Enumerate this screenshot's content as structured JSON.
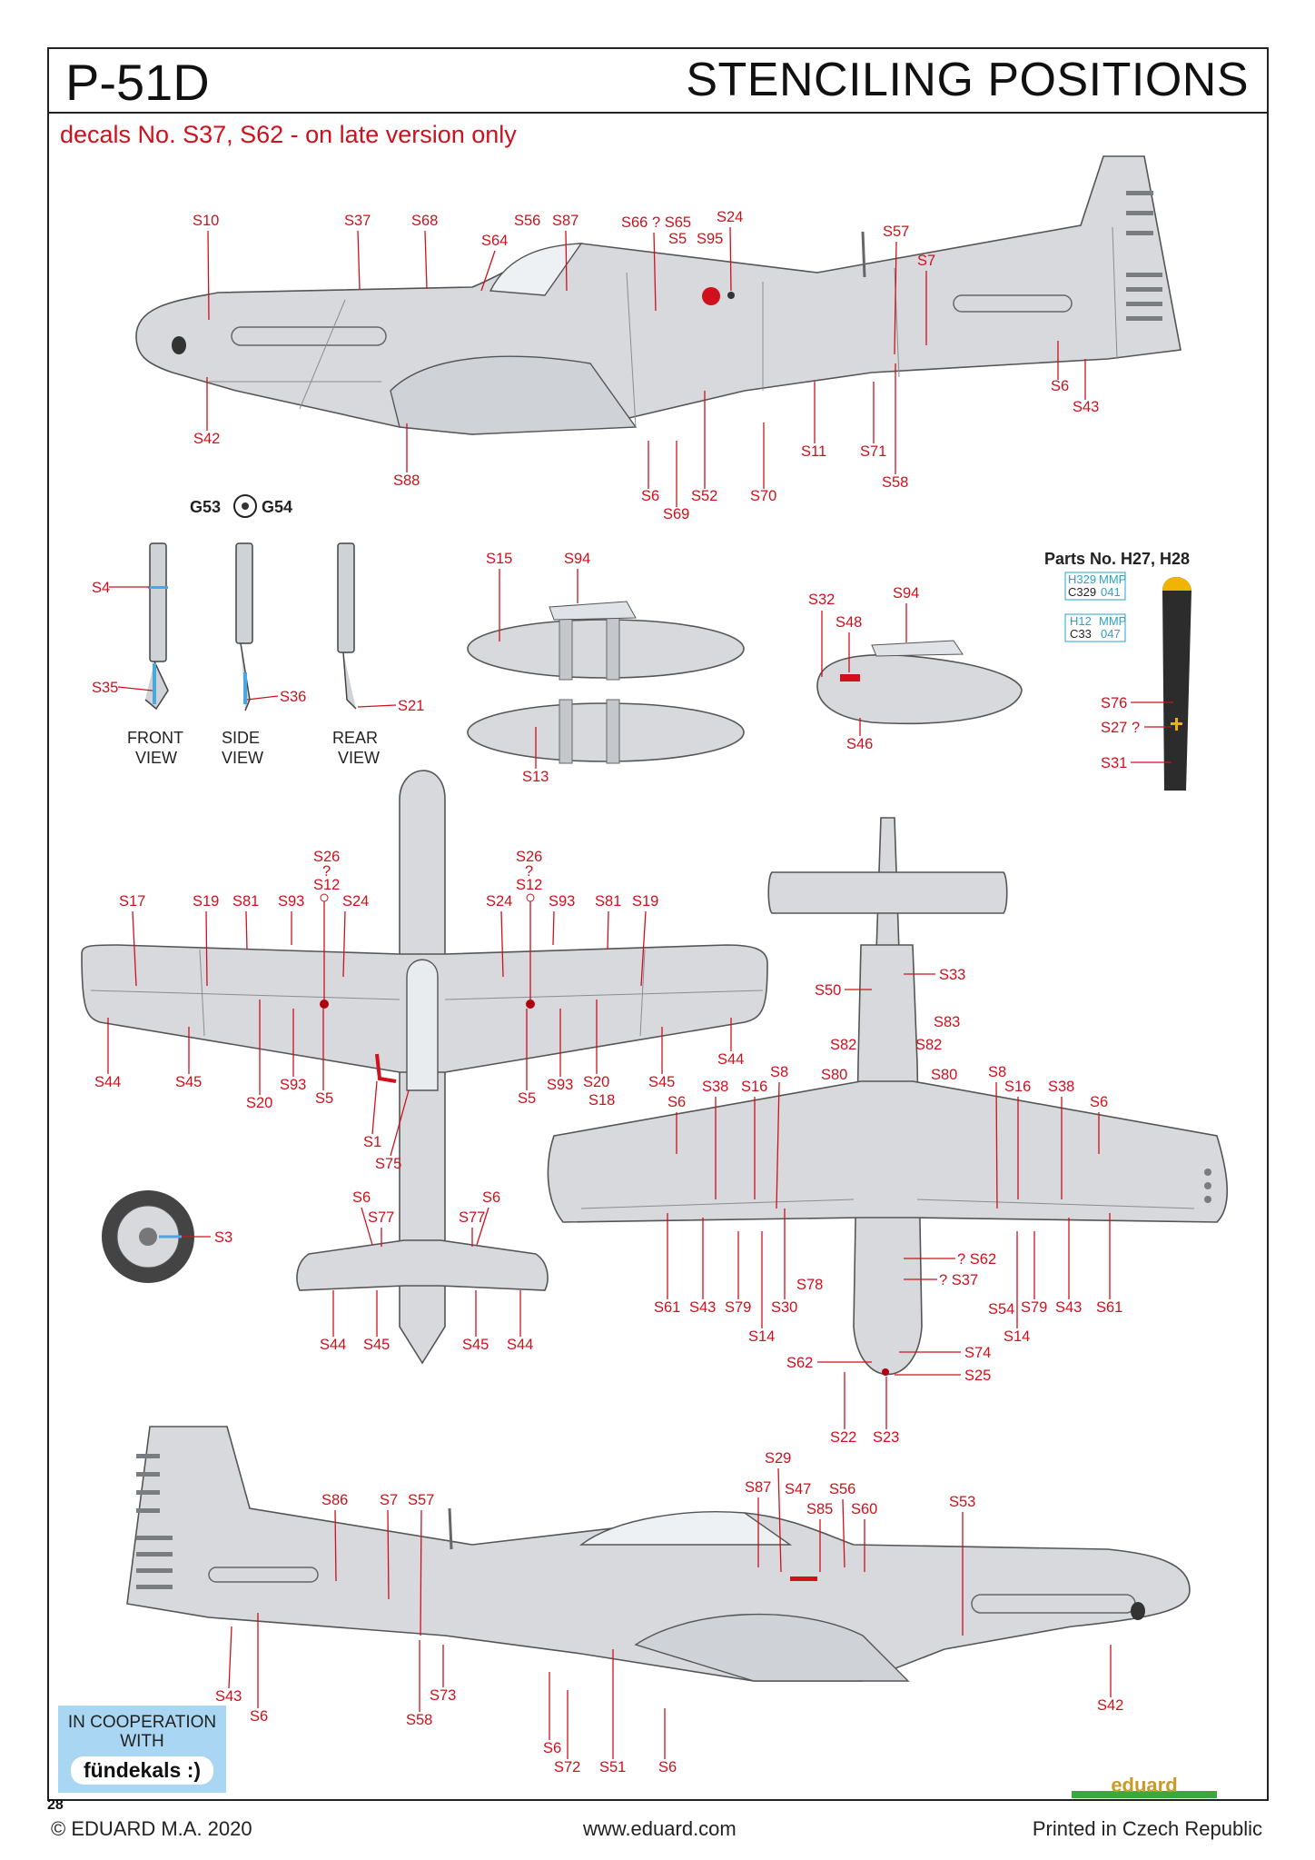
{
  "header": {
    "model": "P-51D",
    "section": "STENCILING POSITIONS"
  },
  "note": "decals No. S37, S62 - on late version only",
  "colors": {
    "accent": "#d0101c",
    "airframe": "#d7d9dc",
    "outline": "#555555",
    "coop_bg": "#a9d6f2"
  },
  "side_view_top": [
    "S10",
    "S37",
    "S68",
    "S56",
    "S87",
    "S64",
    "S66 ? S65",
    "S5",
    "S95",
    "S24",
    "S57",
    "S7",
    "S6",
    "S43",
    "S42",
    "S88",
    "S6",
    "S69",
    "S52",
    "S70",
    "S11",
    "S71",
    "S58"
  ],
  "gear": {
    "marker": "G53",
    "marker2": "G54",
    "views": [
      "FRONT\nVIEW",
      "SIDE\nVIEW",
      "REAR\nVIEW"
    ],
    "front": "FRONT",
    "side": "SIDE",
    "rear": "REAR",
    "view": "VIEW",
    "labels": [
      "S4",
      "S35",
      "S36",
      "S21"
    ]
  },
  "tanks": [
    "S15",
    "S94",
    "S13",
    "S32",
    "S94",
    "S48",
    "S46"
  ],
  "propeller": {
    "title": "Parts No. H27, H28",
    "codes": [
      [
        "H329",
        "MMP"
      ],
      [
        "C329",
        "041"
      ],
      [
        "H12",
        "MMP"
      ],
      [
        "C33",
        "047"
      ]
    ],
    "labels": [
      "S76",
      "S27 ?",
      "S31"
    ]
  },
  "wheel": "S3",
  "footer": {
    "page": "28",
    "copyright": "© EDUARD M.A. 2020",
    "url": "www.eduard.com",
    "printed": "Printed in Czech Republic"
  },
  "cooperation": {
    "line1": "IN COOPERATION",
    "line2": "WITH",
    "logo": "fündekals :)"
  },
  "brand": "eduard"
}
